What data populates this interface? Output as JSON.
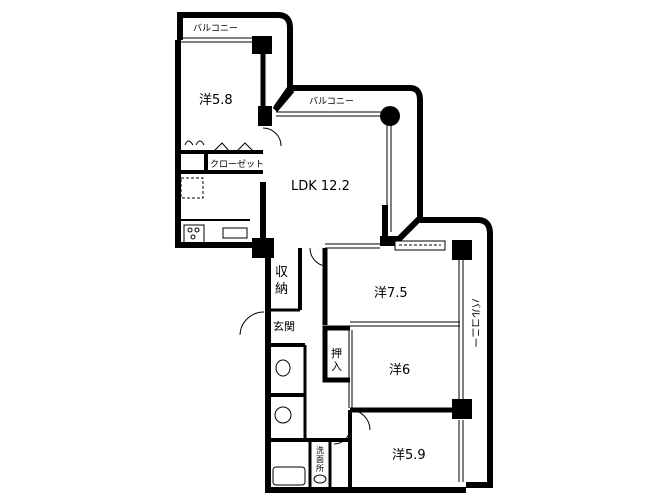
{
  "floorplan": {
    "colors": {
      "wall": "#000000",
      "background": "#ffffff"
    },
    "rooms": {
      "western_1": {
        "label": "洋5.8"
      },
      "ldk": {
        "label": "LDK 12.2"
      },
      "western_2": {
        "label": "洋7.5"
      },
      "western_3": {
        "label": "洋6"
      },
      "western_4": {
        "label": "洋5.9"
      }
    },
    "balconies": {
      "top_left": {
        "label": "バルコニー"
      },
      "top_middle": {
        "label": "バルコニー"
      },
      "right": {
        "label": "バルコニー"
      }
    },
    "storage": {
      "closet": {
        "label": "クローゼット"
      },
      "shuno_1": {
        "label": "収"
      },
      "shuno_2": {
        "label": "納"
      },
      "oshiire_1": {
        "label": "押"
      },
      "oshiire_2": {
        "label": "入"
      }
    },
    "entrance": {
      "label": "玄関"
    },
    "washroom": {
      "label_1": "洗",
      "label_2": "面",
      "label_3": "所"
    }
  }
}
